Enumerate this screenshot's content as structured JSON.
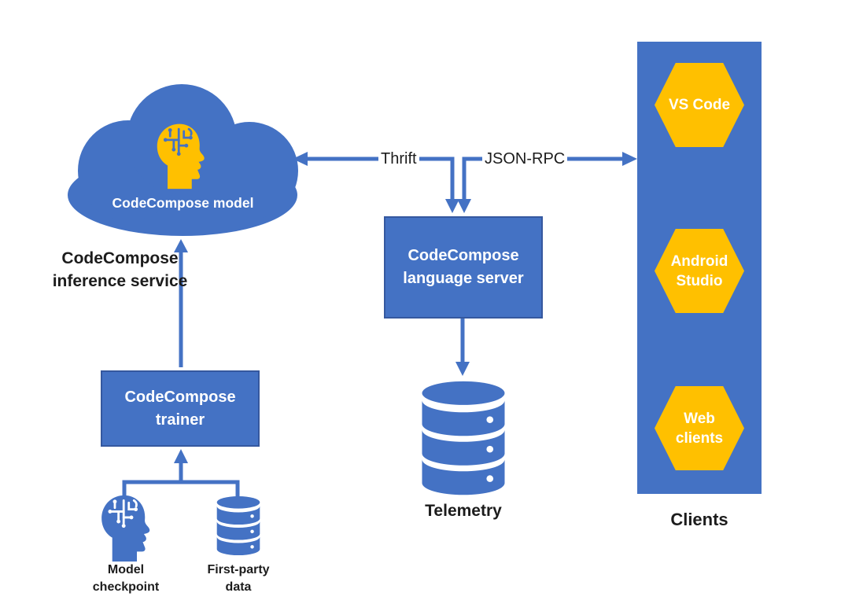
{
  "colors": {
    "primary_blue": "#4472C4",
    "box_border_blue": "#35589F",
    "accent_yellow": "#FFC000",
    "label_black": "#1C1C1C",
    "canvas_white": "#FFFFFF"
  },
  "cloud": {
    "label": "CodeCompose model",
    "icon": "brain-head-icon"
  },
  "inference_service": {
    "lines": [
      "CodeCompose",
      "inference service"
    ]
  },
  "trainer": {
    "lines": [
      "CodeCompose",
      "trainer"
    ]
  },
  "language_server": {
    "lines": [
      "CodeCompose",
      "language server"
    ]
  },
  "telemetry": {
    "label": "Telemetry",
    "icon": "database-icon"
  },
  "training_inputs": [
    {
      "icon": "brain-head-icon",
      "lines": [
        "Model",
        "checkpoint"
      ]
    },
    {
      "icon": "database-icon",
      "lines": [
        "First-party",
        "data"
      ]
    }
  ],
  "connectors": {
    "thrift_label": "Thrift",
    "jsonrpc_label": "JSON-RPC"
  },
  "clients_panel": {
    "caption": "Clients",
    "items": [
      {
        "lines": [
          "VS Code"
        ]
      },
      {
        "lines": [
          "Android",
          "Studio"
        ]
      },
      {
        "lines": [
          "Web",
          "clients"
        ]
      }
    ]
  }
}
